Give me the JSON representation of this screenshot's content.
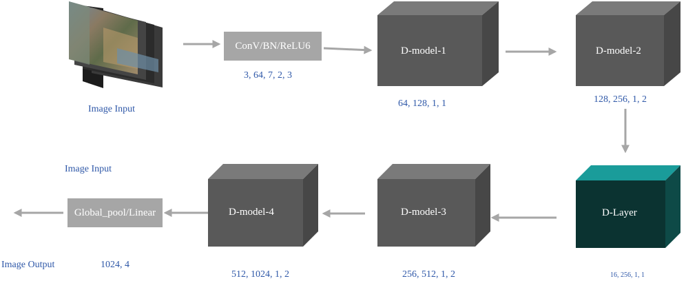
{
  "input_label": "Image Input",
  "input_label_2": "Image Input",
  "output_label": "Image Output",
  "blocks": {
    "conv": {
      "label": "ConV/BN/ReLU6",
      "params": "3, 64, 7, 2, 3"
    },
    "dmodel1": {
      "label": "D-model-1",
      "params": "64, 128, 1, 1"
    },
    "dmodel2": {
      "label": "D-model-2",
      "params": "128, 256, 1, 2"
    },
    "dlayer": {
      "label": "D-Layer",
      "params": "16, 256, 1, 1"
    },
    "dmodel3": {
      "label": "D-model-3",
      "params": "256, 512, 1, 2"
    },
    "dmodel4": {
      "label": "D-model-4",
      "params": "512, 1024, 1, 2"
    },
    "pool": {
      "label": "Global_pool/Linear",
      "params": "1024, 4"
    }
  },
  "colors": {
    "cube_front": "#595959",
    "cube_top": "#7a7a7a",
    "cube_side": "#474747",
    "dlayer_front": "#0b3331",
    "dlayer_top": "#1a9c9a",
    "dlayer_side": "#0e4a47",
    "arrow": "#a6a6a6",
    "label": "#2f58a8"
  }
}
